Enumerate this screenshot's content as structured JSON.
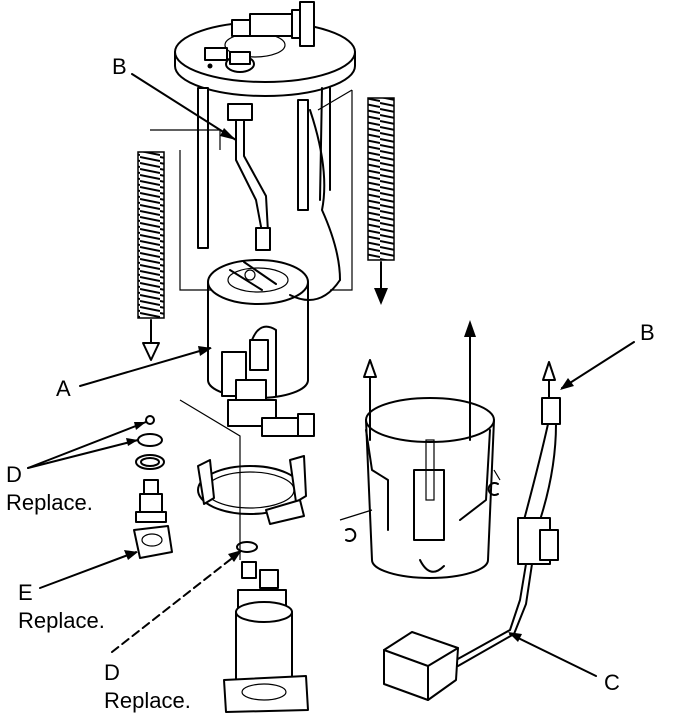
{
  "labels": {
    "a": "A",
    "b_top": "B",
    "b_right": "B",
    "c": "C",
    "d_upper": "D",
    "d_upper_note": "Replace.",
    "e": "E",
    "e_note": "Replace.",
    "d_lower": "D",
    "d_lower_note": "Replace."
  },
  "colors": {
    "ink": "#000000",
    "paper": "#ffffff"
  }
}
